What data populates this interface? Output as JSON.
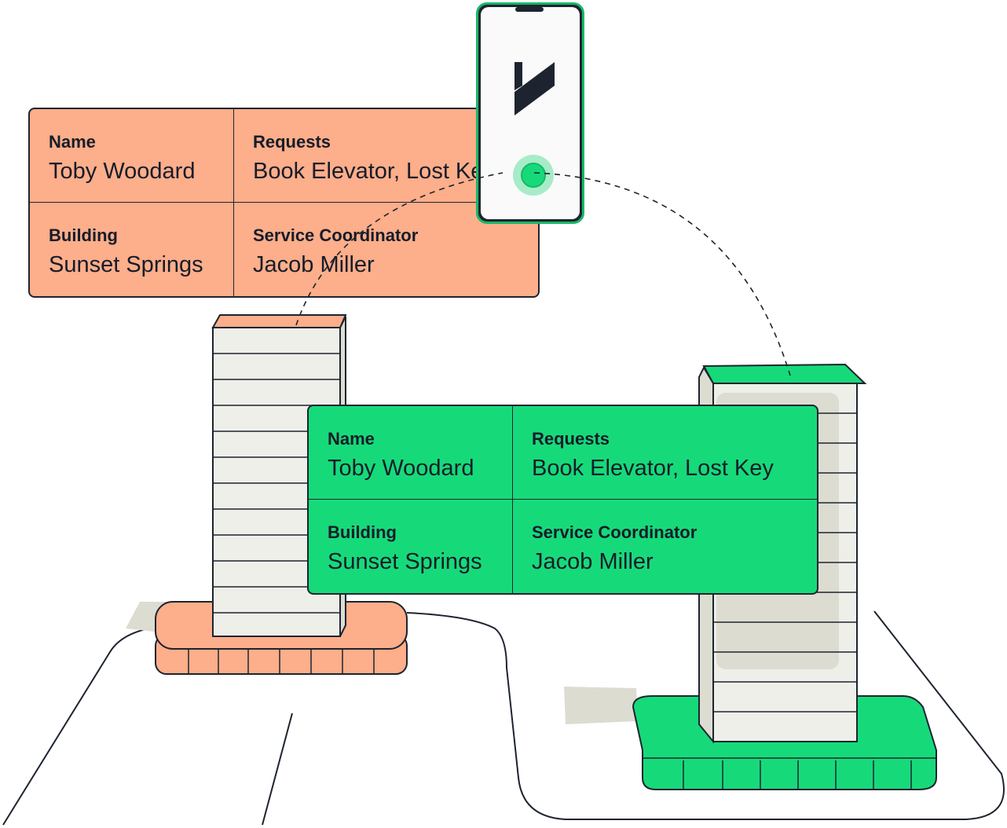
{
  "cards": {
    "orange": {
      "name_label": "Name",
      "name_value": "Toby Woodard",
      "requests_label": "Requests",
      "requests_value": "Book Elevator, Lost Key",
      "building_label": "Building",
      "building_value": "Sunset Springs",
      "coordinator_label": "Service Coordinator",
      "coordinator_value": "Jacob Miller",
      "color": "#fdae8a"
    },
    "green": {
      "name_label": "Name",
      "name_value": "Toby Woodard",
      "requests_label": "Requests",
      "requests_value": "Book Elevator, Lost Key",
      "building_label": "Building",
      "building_value": "Sunset Springs",
      "coordinator_label": "Service Coordinator",
      "coordinator_value": "Jacob Miller",
      "color": "#16da7a"
    }
  },
  "icons": {
    "phone": "smartphone-icon",
    "logo": "brand-logo-icon",
    "touch_point": "tap-indicator-icon"
  }
}
